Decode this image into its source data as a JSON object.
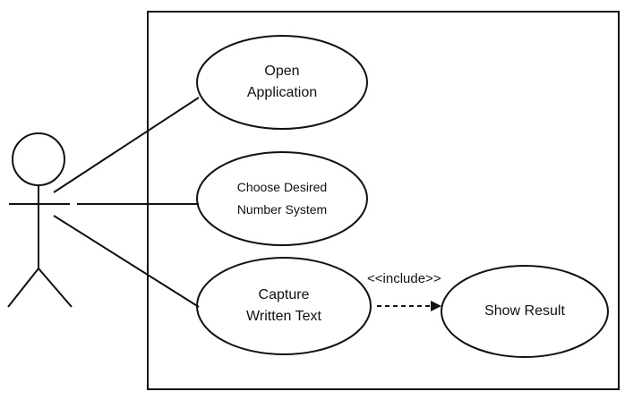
{
  "use_cases": {
    "open_application": {
      "line1": "Open",
      "line2": "Application"
    },
    "choose_number_system": {
      "line1": "Choose Desired",
      "line2": "Number System"
    },
    "capture_written_text": {
      "line1": "Capture",
      "line2": "Written Text"
    },
    "show_result": {
      "line1": "Show Result"
    }
  },
  "relationships": {
    "include_label": "<<include>>"
  },
  "colors": {
    "stroke": "#111111",
    "background": "#ffffff"
  }
}
